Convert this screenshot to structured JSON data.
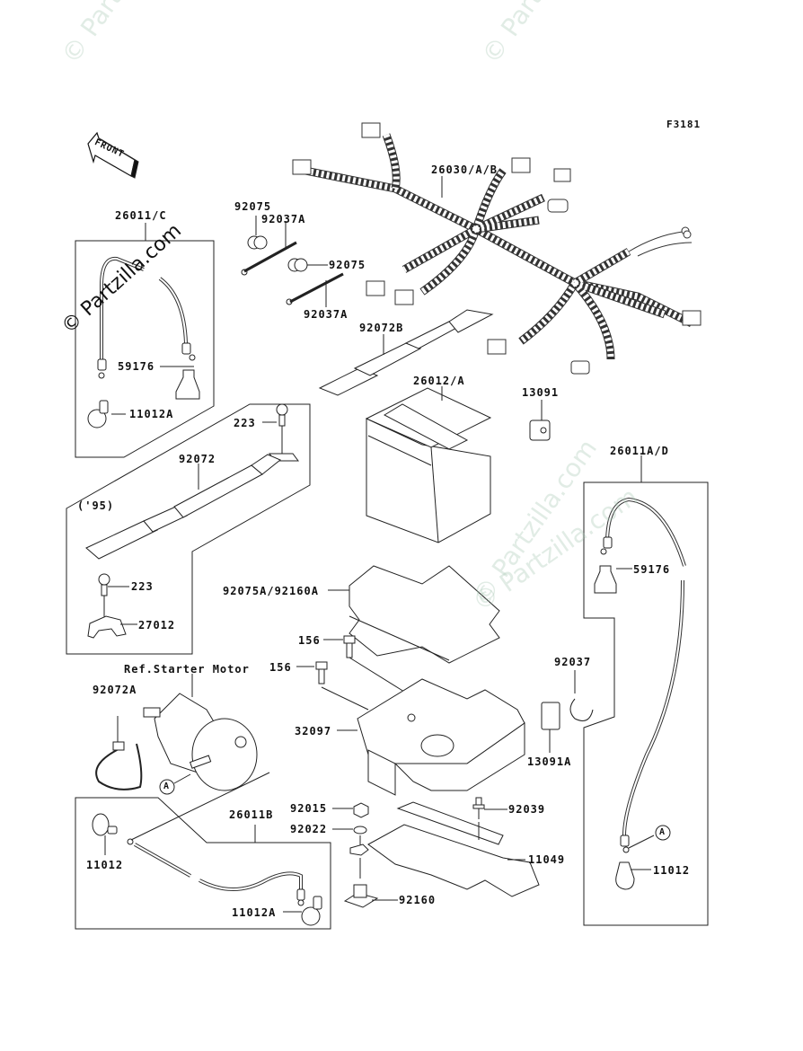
{
  "diagram": {
    "figure_code": "F3181",
    "front_indicator": "FRONT",
    "watermark_text": "© Partzilla.com",
    "callout_letter": "A"
  },
  "parts": [
    {
      "id": "harness",
      "label": "26030/A/B",
      "name": "Main wiring harness"
    },
    {
      "id": "cable-c",
      "label": "26011/C",
      "name": "Battery cable"
    },
    {
      "id": "cable-c-cap",
      "label": "59176",
      "name": "Terminal cap"
    },
    {
      "id": "cable-c-cover",
      "label": "11012A",
      "name": "Terminal cover"
    },
    {
      "id": "grommet-1",
      "label": "92075",
      "name": "Grommet"
    },
    {
      "id": "band-1",
      "label": "92037A",
      "name": "Band"
    },
    {
      "id": "grommet-2",
      "label": "92075",
      "name": "Grommet"
    },
    {
      "id": "band-2",
      "label": "92037A",
      "name": "Band"
    },
    {
      "id": "strap-b",
      "label": "92072B",
      "name": "Battery strap"
    },
    {
      "id": "battery",
      "label": "26012/A",
      "name": "Battery"
    },
    {
      "id": "pad-13091",
      "label": "13091",
      "name": "Pad"
    },
    {
      "id": "screw-223-top",
      "label": "223",
      "name": "Screw"
    },
    {
      "id": "strap-92072",
      "label": "92072",
      "name": "Battery strap"
    },
    {
      "id": "year-note",
      "label": "('95)",
      "name": "Model year note"
    },
    {
      "id": "screw-223-bottom",
      "label": "223",
      "name": "Screw"
    },
    {
      "id": "bracket-27012",
      "label": "27012",
      "name": "Bracket"
    },
    {
      "id": "battery-pad",
      "label": "92075A/92160A",
      "name": "Battery pad"
    },
    {
      "id": "bolt-156-a",
      "label": "156",
      "name": "Bolt"
    },
    {
      "id": "bolt-156-b",
      "label": "156",
      "name": "Bolt"
    },
    {
      "id": "starter-ref",
      "label": "Ref.Starter Motor",
      "name": "Starter motor reference"
    },
    {
      "id": "band-92072a",
      "label": "92072A",
      "name": "Band"
    },
    {
      "id": "battery-case",
      "label": "32097",
      "name": "Battery case"
    },
    {
      "id": "band-92037",
      "label": "92037",
      "name": "Band"
    },
    {
      "id": "pad-13091a",
      "label": "13091A",
      "name": "Pad"
    },
    {
      "id": "cable-ad",
      "label": "26011A/D",
      "name": "Battery cable"
    },
    {
      "id": "cable-ad-cap",
      "label": "59176",
      "name": "Terminal cap"
    },
    {
      "id": "cable-ad-cover",
      "label": "11012",
      "name": "Terminal cover"
    },
    {
      "id": "nut-92015",
      "label": "92015",
      "name": "Nut"
    },
    {
      "id": "washer-92022",
      "label": "92022",
      "name": "Washer"
    },
    {
      "id": "rivet-92039",
      "label": "92039",
      "name": "Rivet"
    },
    {
      "id": "bracket-11049",
      "label": "11049",
      "name": "Bracket"
    },
    {
      "id": "damper-92160",
      "label": "92160",
      "name": "Damper"
    },
    {
      "id": "cable-b",
      "label": "26011B",
      "name": "Battery cable"
    },
    {
      "id": "cable-b-cover1",
      "label": "11012",
      "name": "Terminal cover"
    },
    {
      "id": "cable-b-cover2",
      "label": "11012A",
      "name": "Terminal cover"
    }
  ]
}
